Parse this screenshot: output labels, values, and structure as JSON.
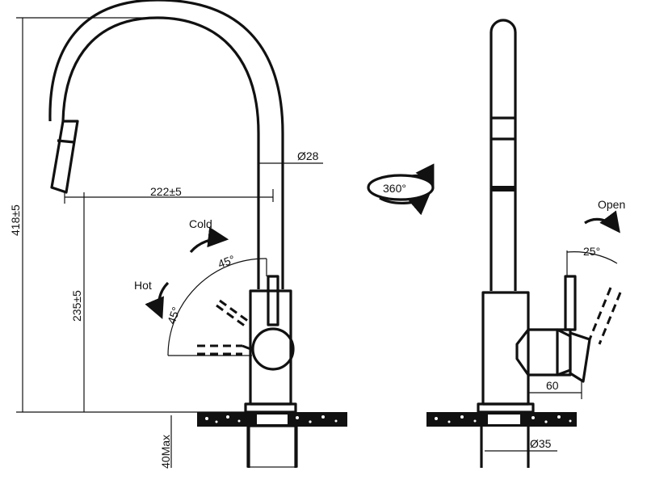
{
  "dimensions": {
    "total_height": "418±5",
    "reach": "222±5",
    "spout_height": "235±5",
    "spout_diameter": "Ø28",
    "deck_thickness": "40Max",
    "base_diameter": "Ø35",
    "handle_offset": "60"
  },
  "angles": {
    "cold": "45°",
    "hot": "45°",
    "open": "25°",
    "swivel": "360°"
  },
  "labels": {
    "cold": "Cold",
    "hot": "Hot",
    "open": "Open"
  }
}
